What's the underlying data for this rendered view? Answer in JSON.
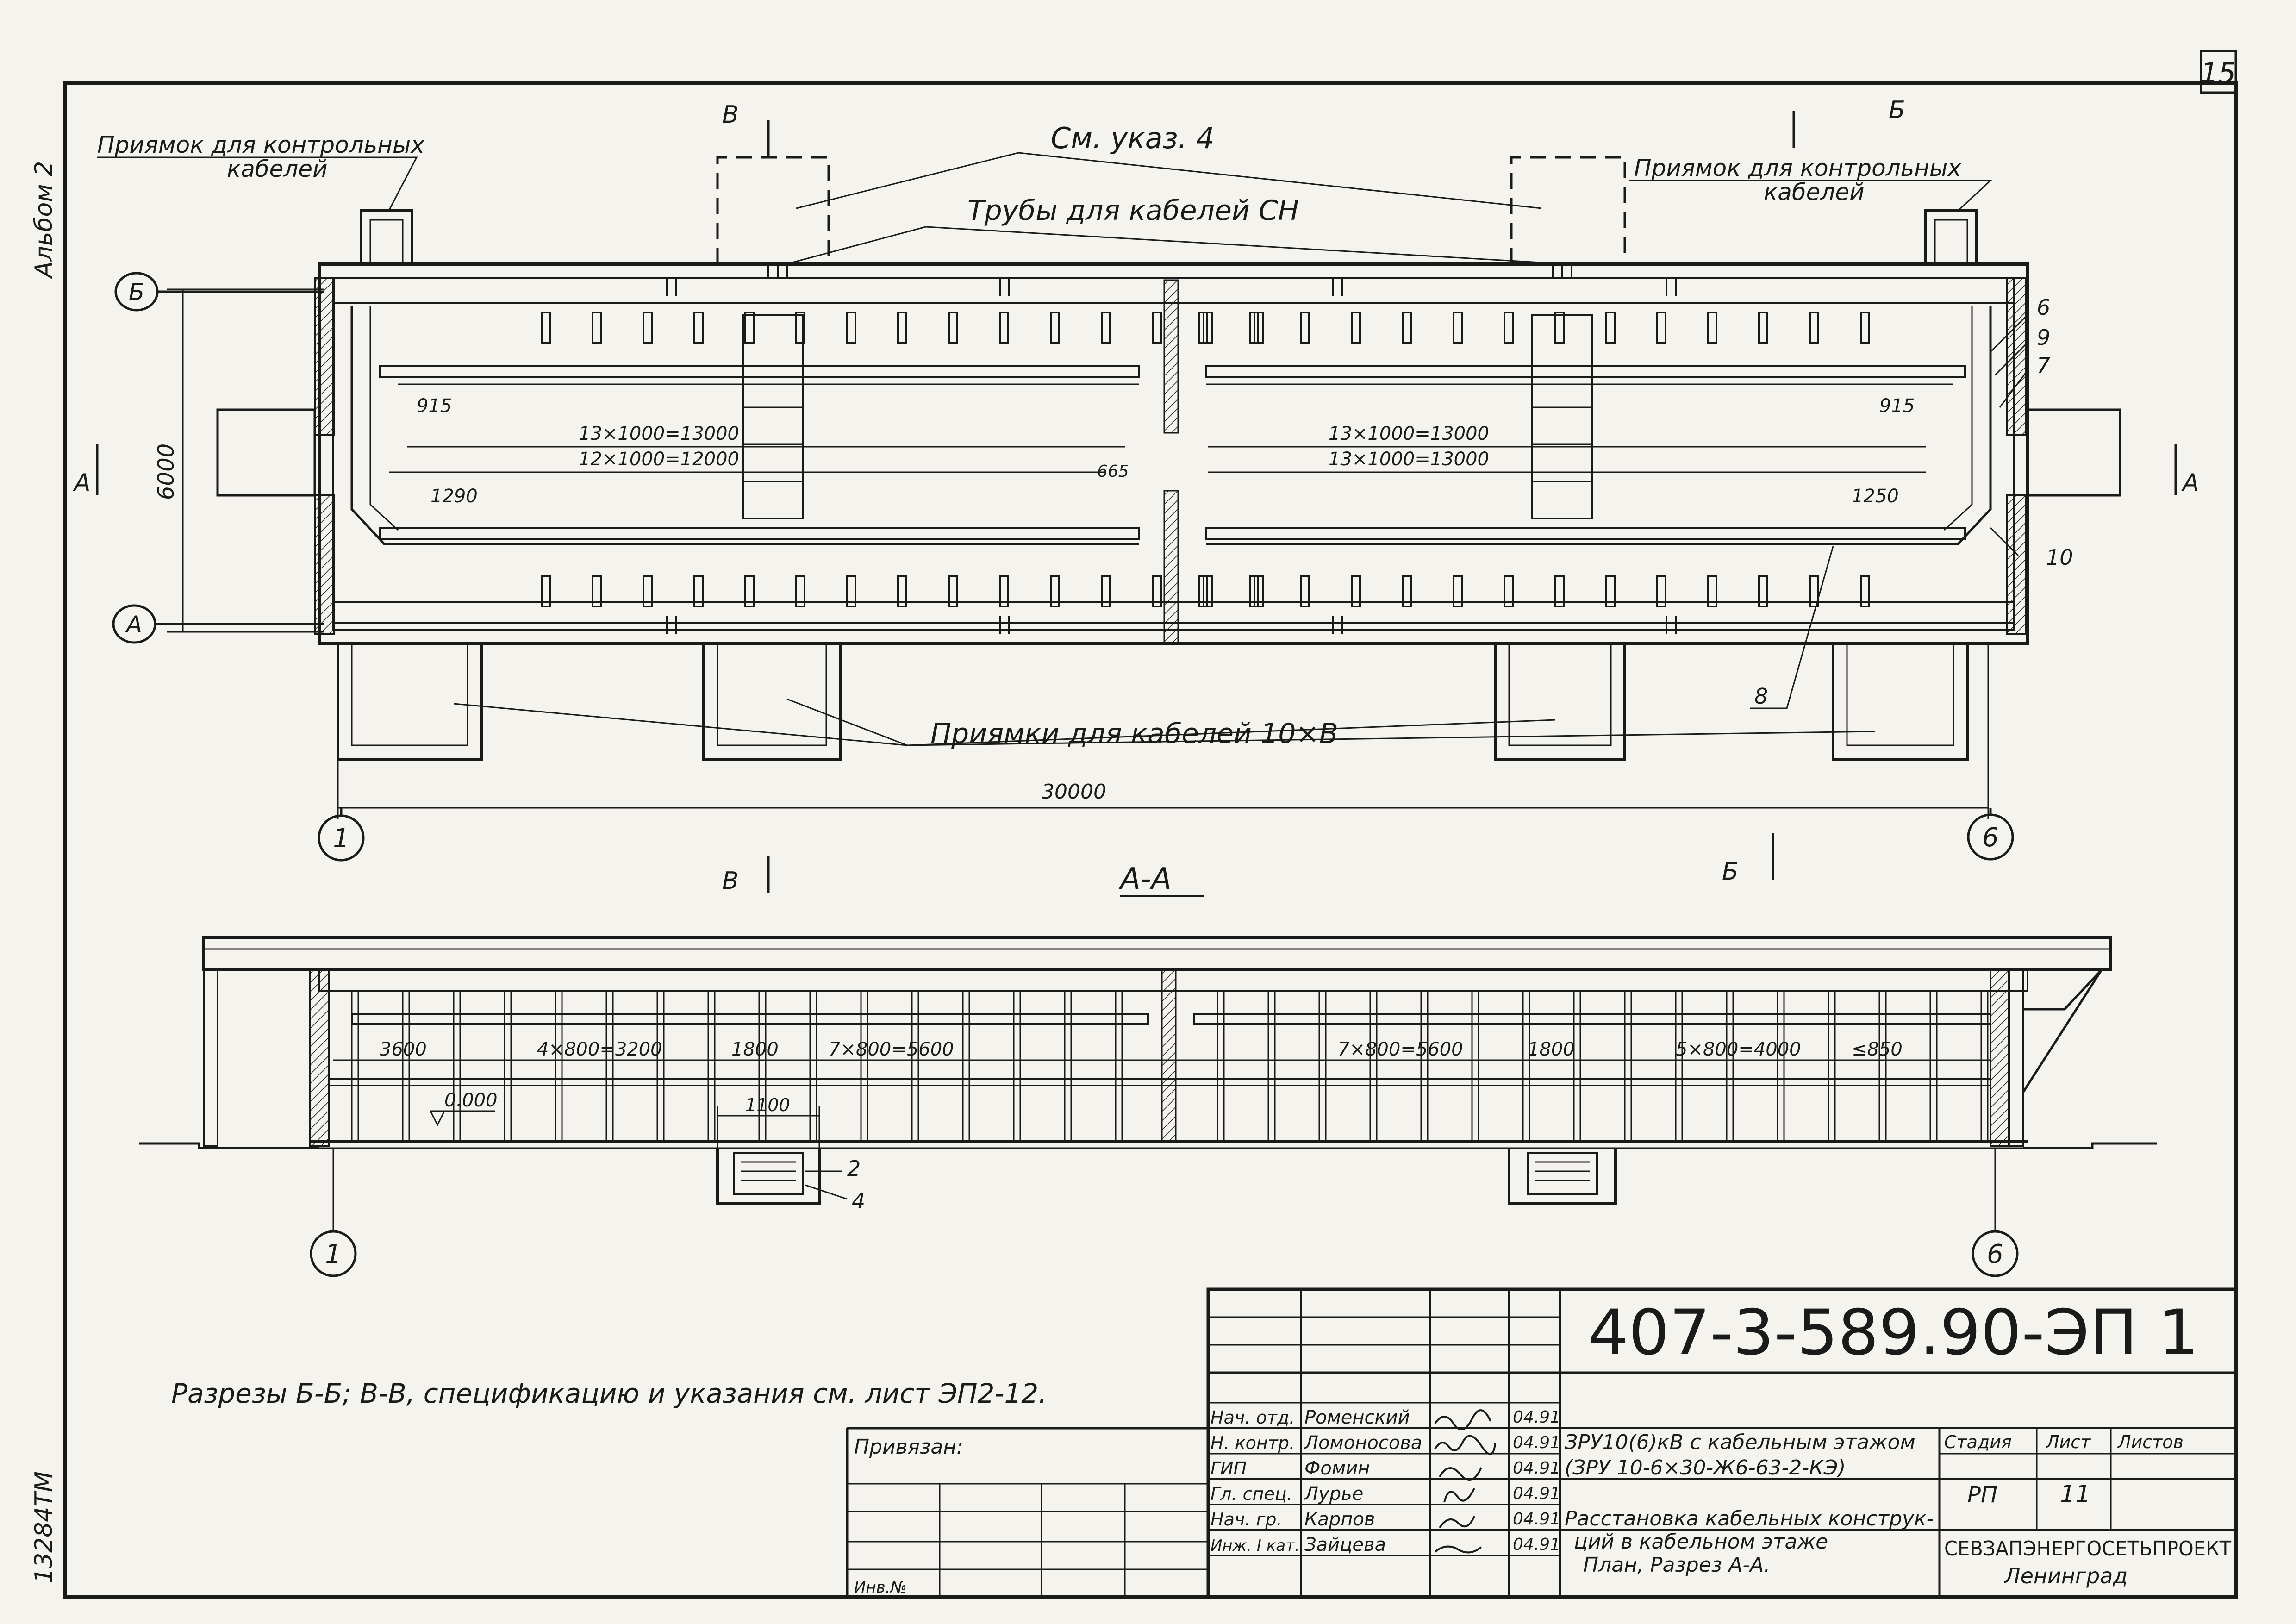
{
  "sheet": {
    "page_number": "15",
    "album_label": "Альбом 2",
    "inventory_number": "13284ТМ"
  },
  "plan": {
    "pit_control_left": "Приямок для контрольных\nкабелей",
    "pit_control_right": "Приямок для контрольных\nкабелей",
    "see_note": "См. указ. 4",
    "pipes_label": "Трубы для кабелей СН",
    "pits_power_label": "Приямки для кабелей 10×В",
    "axis_b": "Б",
    "axis_a": "А",
    "axis_1": "1",
    "axis_6": "6",
    "dim_height": "6000",
    "dim_length": "30000",
    "dim_top_left": "13×1000=13000",
    "dim_mid_left": "12×1000=12000",
    "dim_top_right": "13×1000=13000",
    "dim_mid_right": "13×1000=13000",
    "dim_915_l": "915",
    "dim_915_r": "915",
    "dim_1290": "1290",
    "dim_1250": "1250",
    "dim_665": "665",
    "cut_b_top": "В",
    "cut_b2_top": "Б",
    "cut_b_bottom": "В",
    "cut_b2_bottom": "Б",
    "cut_a_left": "А",
    "cut_a_right": "А",
    "callout_6": "6",
    "callout_9": "9",
    "callout_7": "7",
    "callout_10": "10",
    "callout_8": "8"
  },
  "section": {
    "title": "А-А",
    "dims": [
      "3600",
      "4×800=3200",
      "1800",
      "7×800=5600",
      "7×800=5600",
      "1800",
      "5×800=4000",
      "≤850"
    ],
    "level": "0.000",
    "pit_width": "1100",
    "callout_2": "2",
    "callout_4": "4",
    "axis_1": "1",
    "axis_6": "6"
  },
  "note": "Разрезы Б-Б; В-В, спецификацию и указания см. лист ЭП2-12.",
  "stamp": {
    "linked": "Привязан:",
    "inv": "Инв.№",
    "code": "407-3-589.90-ЭП 1",
    "roles": [
      "Нач. отд.",
      "Н. контр.",
      "ГИП",
      "Гл. спец.",
      "Нач. гр.",
      "Инж. I кат."
    ],
    "names": [
      "Роменский",
      "Ломоносова",
      "Фомин",
      "Лурье",
      "Карпов",
      "Зайцева"
    ],
    "dates": [
      "04.91",
      "04.91",
      "04.91",
      "04.91",
      "04.91",
      "04.91"
    ],
    "title_line1": "ЗРУ10(6)кВ с кабельным этажом",
    "title_line2": "(ЗРУ 10-6×30-Ж6-63-2-КЭ)",
    "desc_line1": "Расстановка кабельных конструк-",
    "desc_line2": "ций в кабельном этаже",
    "desc_line3": "План, Разрез А-А.",
    "stage_h": "Стадия",
    "sheet_h": "Лист",
    "sheets_h": "Листов",
    "stage": "РП",
    "sheet_no": "11",
    "org_line1": "СЕВЗАПЭНЕРГОСЕТЬПРОЕКТ",
    "org_line2": "Ленинград"
  }
}
